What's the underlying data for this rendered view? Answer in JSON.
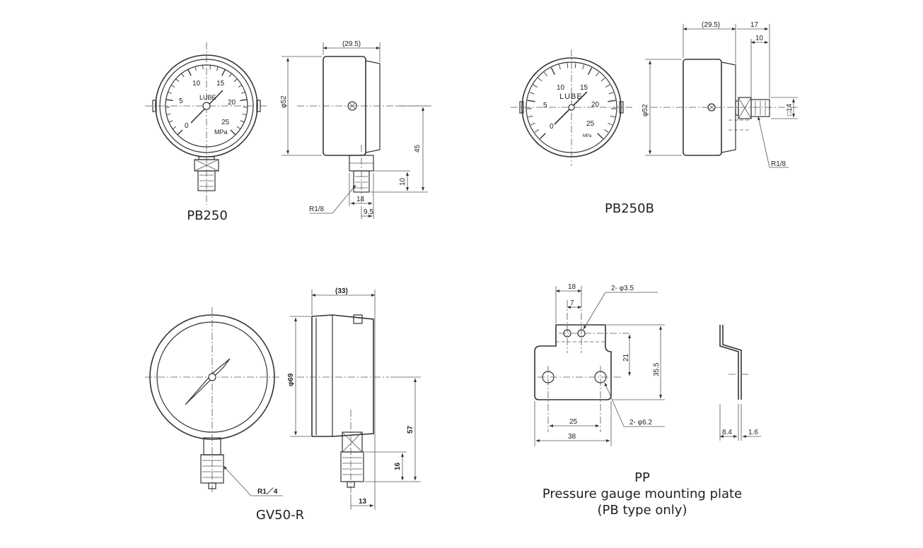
{
  "captions": {
    "pb250": "PB250",
    "pb250b": "PB250B",
    "gv50r": "GV50-R",
    "pp_title": "PP",
    "pp_line2": "Pressure gauge mounting plate",
    "pp_line3": "(PB type only)"
  },
  "gauge_faces": {
    "brand": "LUBE",
    "unit": "MPa",
    "scale": [
      "0",
      "5",
      "10",
      "15",
      "20",
      "25"
    ]
  },
  "dimensions": {
    "pb250": {
      "depth": "(29.5)",
      "dia": "φ52",
      "height": "45",
      "thread_len": "10",
      "hex": "14",
      "offset": "9.5",
      "thread": "R1/8"
    },
    "pb250b": {
      "depth": "(29.5)",
      "total": "17",
      "stem": "10",
      "dia": "φ52",
      "hex": "□14",
      "thread": "R1/8"
    },
    "gv50r": {
      "depth": "(33)",
      "dia": "φ69",
      "height": "57",
      "thread_len": "16",
      "hex": "13",
      "thread": "R1／4"
    },
    "pp": {
      "width_top": "18",
      "pitch_small": "7",
      "small_holes": "2- φ3.5",
      "h1": "21",
      "h2": "35.5",
      "pitch_large": "25",
      "width": "38",
      "large_holes": "2- φ6.2",
      "thickness": "8.4",
      "plate": "1.6"
    }
  }
}
